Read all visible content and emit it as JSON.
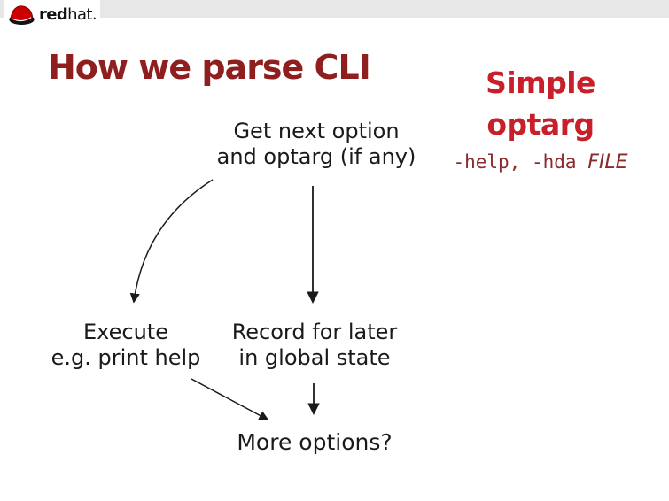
{
  "logo": {
    "brand_bold": "red",
    "brand_light": "hat",
    "brand_suffix": "."
  },
  "title": "How we parse CLI",
  "aside": {
    "heading_line1": "Simple",
    "heading_line2": "optarg",
    "example_mono": "-help, -hda ",
    "example_italic": "FILE"
  },
  "flow": {
    "start_line1": "Get next option",
    "start_line2": "and optarg (if any)",
    "execute_line1": "Execute",
    "execute_line2": "e.g. print help",
    "record_line1": "Record for later",
    "record_line2": "in global state",
    "end_label": "More options?"
  },
  "colors": {
    "title": "#8f1f1f",
    "accent_red": "#c8202a",
    "example_red": "#8b2a2a",
    "ink": "#1a1a1a",
    "topbar_gray": "#e7e7e7",
    "logo_red": "#cc0000"
  }
}
